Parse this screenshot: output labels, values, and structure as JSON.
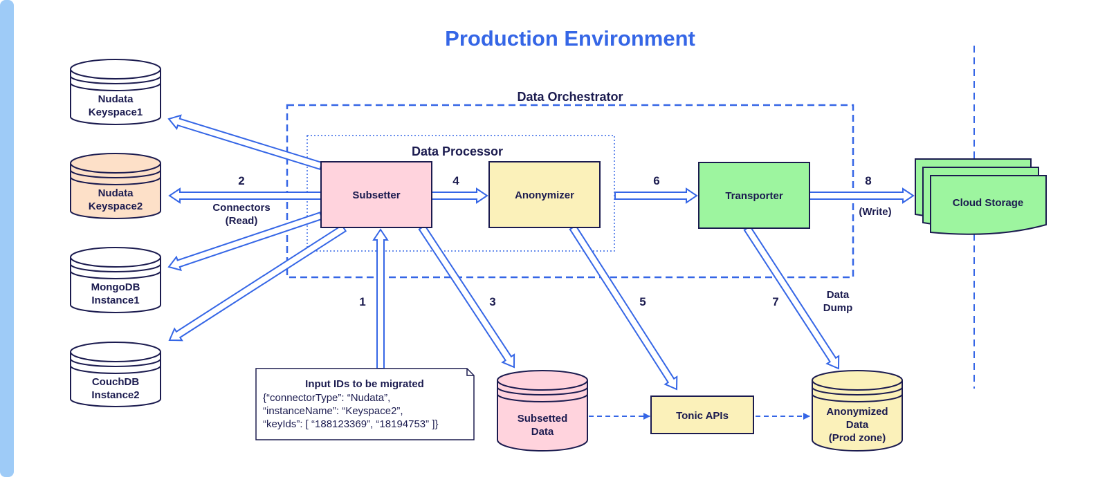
{
  "title": "Production Environment",
  "colors": {
    "accent_blue": "#3566e6",
    "side_bar": "#9ecbf7",
    "text_dark": "#1b1b4f",
    "pink": "#ffd3dd",
    "yellow": "#fbf1ba",
    "green": "#9df59f",
    "peach": "#fde0c8",
    "white": "#ffffff"
  },
  "groups": {
    "orchestrator": "Data Orchestrator",
    "processor": "Data Processor"
  },
  "sources": [
    {
      "line1": "Nudata",
      "line2": "Keyspace1"
    },
    {
      "line1": "Nudata",
      "line2": "Keyspace2"
    },
    {
      "line1": "MongoDB",
      "line2": "Instance1"
    },
    {
      "line1": "CouchDB",
      "line2": "Instance2"
    }
  ],
  "components": {
    "subsetter": "Subsetter",
    "anonymizer": "Anonymizer",
    "transporter": "Transporter",
    "cloud_storage": "Cloud Storage",
    "tonic_apis": "Tonic APIs"
  },
  "stores": {
    "subsetted": {
      "line1": "Subsetted",
      "line2": "Data"
    },
    "anonymized": {
      "line1": "Anonymized",
      "line2": "Data",
      "line3": "(Prod zone)"
    }
  },
  "labels": {
    "connectors_line1": "Connectors",
    "connectors_line2": "(Read)",
    "write": "(Write)",
    "dump_line1": "Data",
    "dump_line2": "Dump"
  },
  "steps": [
    "1",
    "2",
    "3",
    "4",
    "5",
    "6",
    "7",
    "8"
  ],
  "input_note": {
    "heading": "Input IDs to be migrated",
    "line1": "{“connectorType”: “Nudata”,",
    "line2": "“instanceName”: “Keyspace2”,",
    "line3": "“keyIds”: [ “188123369”, “18194753” ]}"
  }
}
